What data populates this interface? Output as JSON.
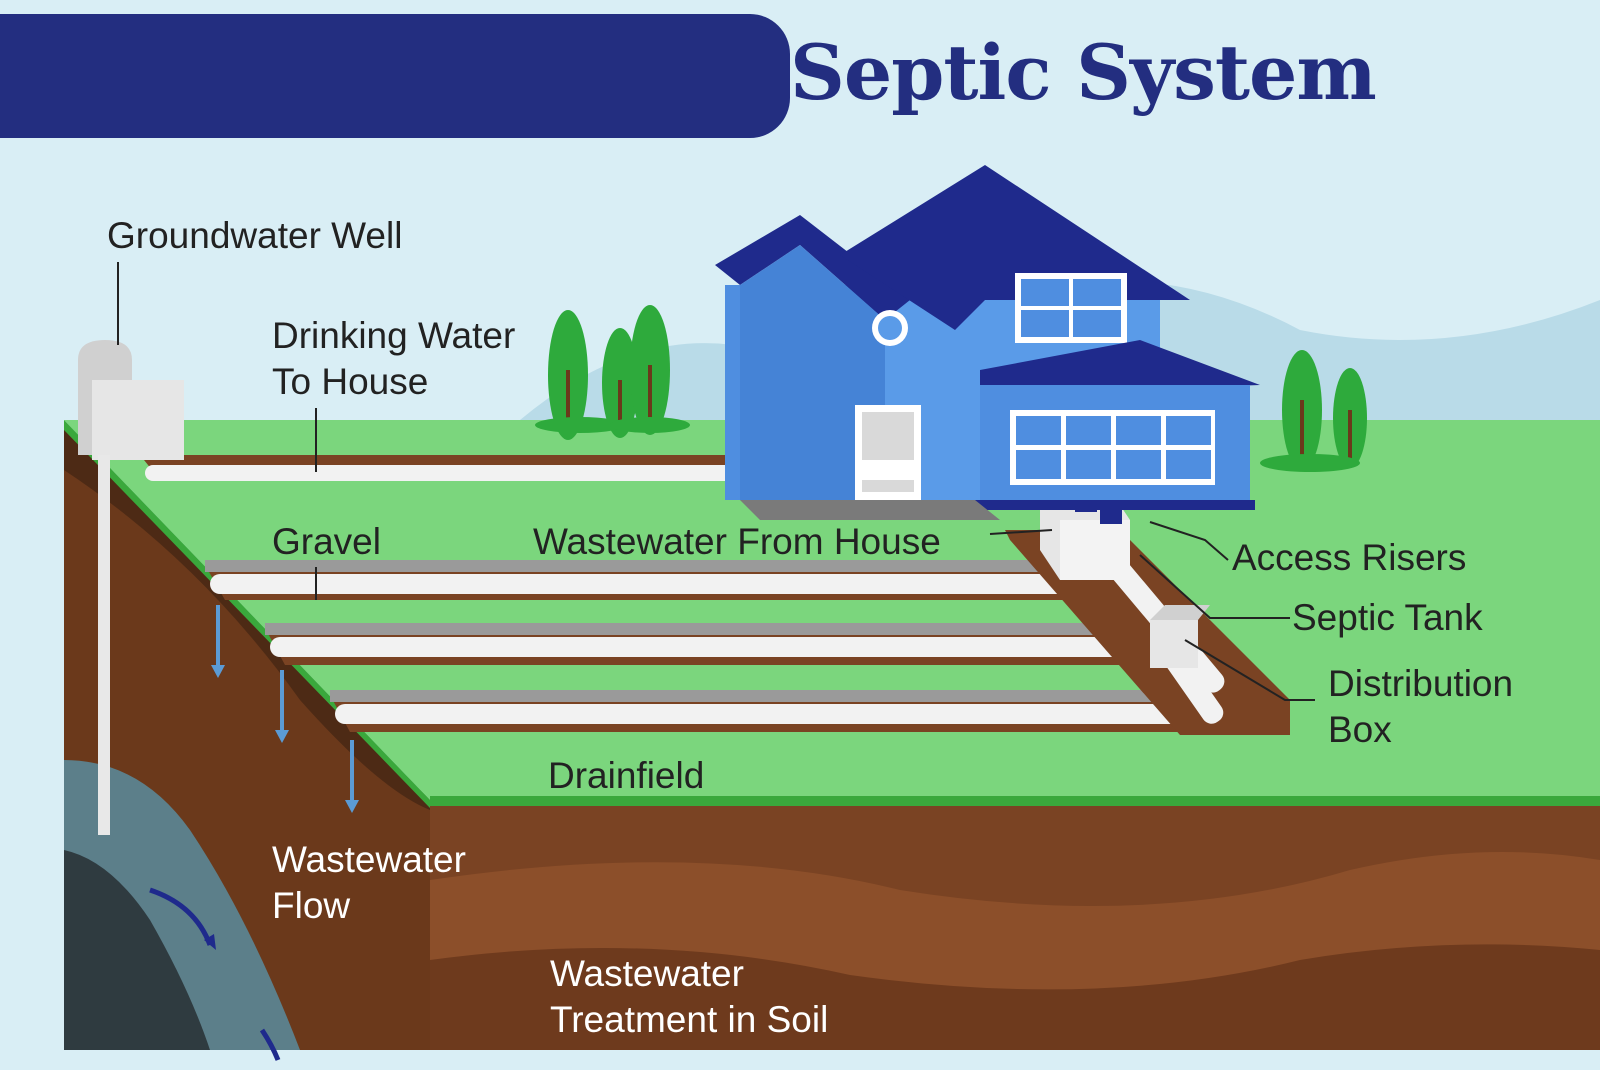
{
  "header": {
    "title": "Septic System"
  },
  "labels": {
    "groundwater_well": "Groundwater Well",
    "drinking_water_line1": "Drinking Water",
    "drinking_water_line2": "To House",
    "gravel": "Gravel",
    "wastewater_from_house": "Wastewater From House",
    "access_risers": "Access Risers",
    "septic_tank": "Septic Tank",
    "distribution_box_line1": "Distribution",
    "distribution_box_line2": "Box",
    "drainfield": "Drainfield",
    "wastewater_flow_line1": "Wastewater",
    "wastewater_flow_line2": "Flow",
    "treatment_line1": "Wastewater",
    "treatment_line2": "Treatment in Soil"
  },
  "colors": {
    "banner": "#232e80",
    "sky": "#d9eef5",
    "grass": "#7bd67d",
    "soil": "#7a4323",
    "house": "#5a9be8",
    "roof": "#1f2a8c",
    "pipe": "#f2f2f2",
    "groundwater": "#5c7f8a",
    "arrow": "#5b9bd5"
  }
}
